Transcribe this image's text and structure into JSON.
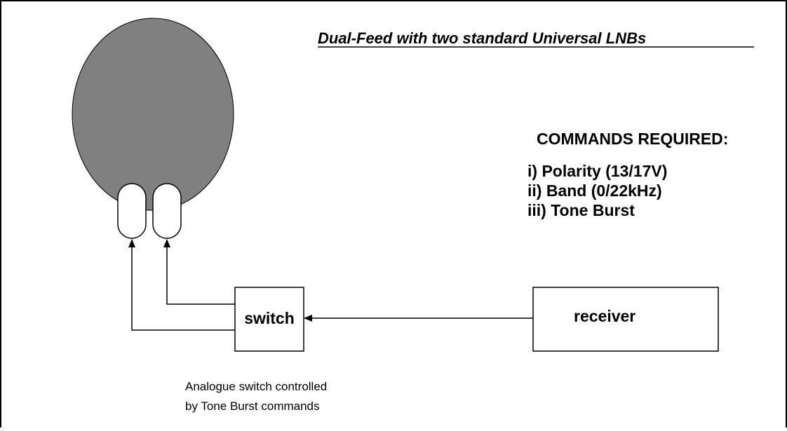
{
  "title": "Dual-Feed with two standard Universal LNBs",
  "commands": {
    "heading": "COMMANDS REQUIRED:",
    "items": [
      "i) Polarity (13/17V)",
      "ii) Band (0/22kHz)",
      "iii) Tone Burst"
    ]
  },
  "blocks": {
    "switch": "switch",
    "receiver": "receiver"
  },
  "note": {
    "line1": "Analogue switch controlled",
    "line2": "by Tone Burst commands"
  },
  "colors": {
    "dish_fill": "#808080",
    "lnb_fill": "#ffffff",
    "stroke": "#000000"
  }
}
